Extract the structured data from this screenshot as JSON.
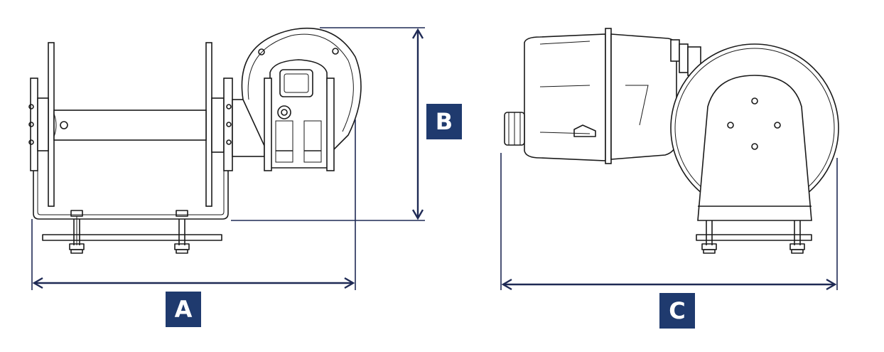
{
  "labels": {
    "a": "A",
    "b": "B",
    "c": "C"
  },
  "colors": {
    "dimension": "#1f2a55",
    "badge": "#1f3a6e",
    "line": "#1a1a1a"
  },
  "views": [
    "side-view-winch",
    "front-view-winch"
  ]
}
